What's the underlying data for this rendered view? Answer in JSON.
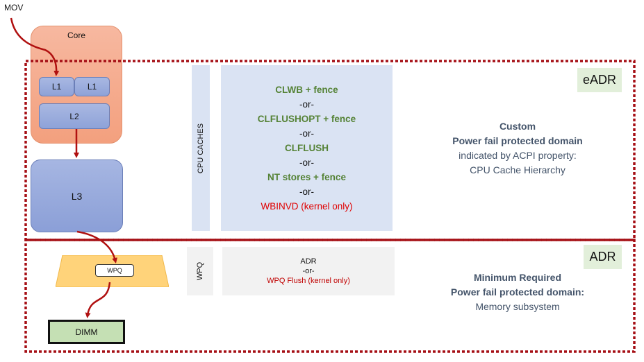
{
  "instruction": {
    "label": "MOV"
  },
  "core": {
    "label": "Core",
    "l1_left": "L1",
    "l1_right": "L1",
    "l2": "L2"
  },
  "l3": {
    "label": "L3"
  },
  "memory_controller": {
    "wpq_label": "WPQ"
  },
  "dimm": {
    "label": "DIMM"
  },
  "eadr_domain": {
    "tag": "eADR",
    "side_label": "CPU CACHES",
    "methods": [
      {
        "text": "CLWB + fence",
        "style": "green"
      },
      {
        "text": "-or-",
        "style": "or"
      },
      {
        "text": "CLFLUSHOPT + fence",
        "style": "green"
      },
      {
        "text": "-or-",
        "style": "or"
      },
      {
        "text": "CLFLUSH",
        "style": "green"
      },
      {
        "text": "-or-",
        "style": "or"
      },
      {
        "text": "NT stores + fence",
        "style": "green"
      },
      {
        "text": "-or-",
        "style": "or"
      },
      {
        "text": "WBINVD (kernel only)",
        "style": "red"
      }
    ],
    "description": {
      "line1": "Custom",
      "line2": "Power fail protected domain",
      "line3": "indicated by ACPI property:",
      "line4": "CPU Cache Hierarchy"
    }
  },
  "adr_domain": {
    "tag": "ADR",
    "side_label": "WPQ",
    "methods": [
      {
        "text": "ADR",
        "style": "black"
      },
      {
        "text": "-or-",
        "style": "black"
      },
      {
        "text": "WPQ Flush (kernel only)",
        "style": "red"
      }
    ],
    "description": {
      "line1": "Minimum Required",
      "line2": "Power fail protected domain:",
      "line3": "Memory subsystem"
    }
  },
  "colors": {
    "domain_border": "#a50f15",
    "arrow": "#b01010",
    "method_green": "#548235",
    "method_red": "#e00000"
  }
}
